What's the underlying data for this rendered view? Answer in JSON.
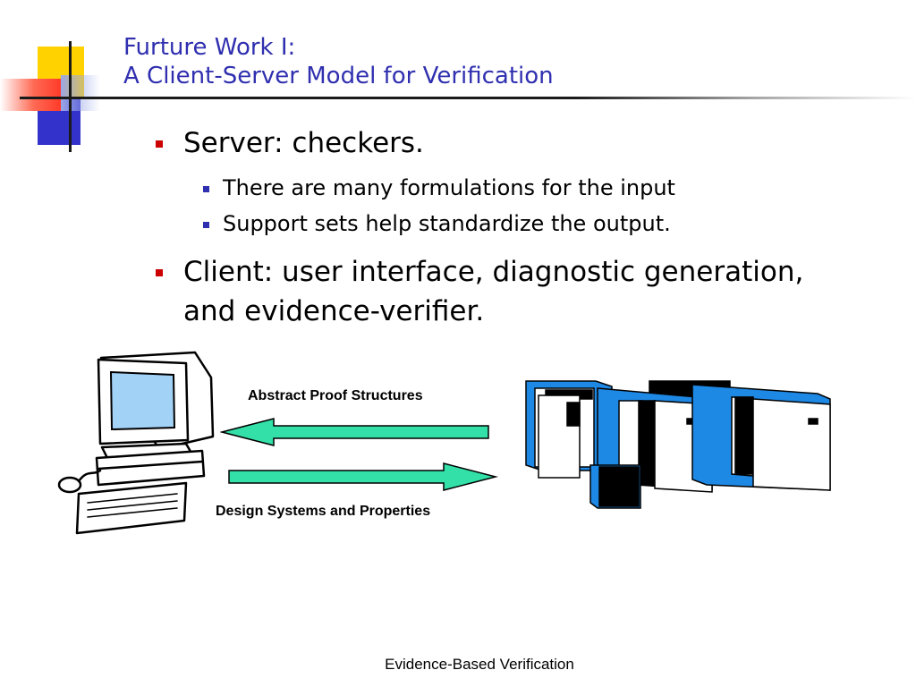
{
  "slide": {
    "title_line1": "Furture Work I:",
    "title_line2": "A Client-Server Model for Verification",
    "bullets": {
      "server": "Server: checkers.",
      "server_sub1": "There are many formulations for the input",
      "server_sub2": "Support sets help standardize the output.",
      "client": "Client: user interface, diagnostic generation, and evidence-verifier."
    },
    "diagram": {
      "arrow_left_label": "Abstract Proof Structures",
      "arrow_right_label": "Design Systems and Properties",
      "arrow_color": "#33e0a8",
      "server_color": "#1e88e5"
    },
    "footer": "Evidence-Based Verification"
  },
  "colors": {
    "title": "#2f2fb0",
    "bullet_l1": "#cc0000",
    "bullet_l2": "#2f2fb0",
    "logo_yellow": "#ffd200",
    "logo_blue": "#3333cc",
    "logo_red": "#ff3b2a"
  }
}
